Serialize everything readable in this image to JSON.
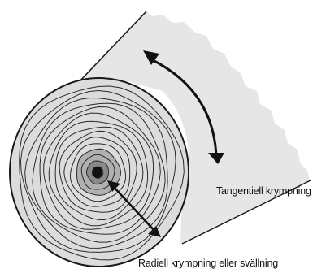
{
  "labels": {
    "tangential": "Tangentiell krympning",
    "radial": "Radiell krympning eller svällning"
  },
  "colors": {
    "stroke": "#1a1a1a",
    "plank": "#e6e6e6",
    "ring_light": "#dcdcdc",
    "ring_dark": "#7a7a7a",
    "pith": "#111111",
    "background": "#ffffff"
  },
  "icons": {
    "tangential_arrow": "curved-double-arrow",
    "radial_arrow": "straight-double-arrow"
  }
}
